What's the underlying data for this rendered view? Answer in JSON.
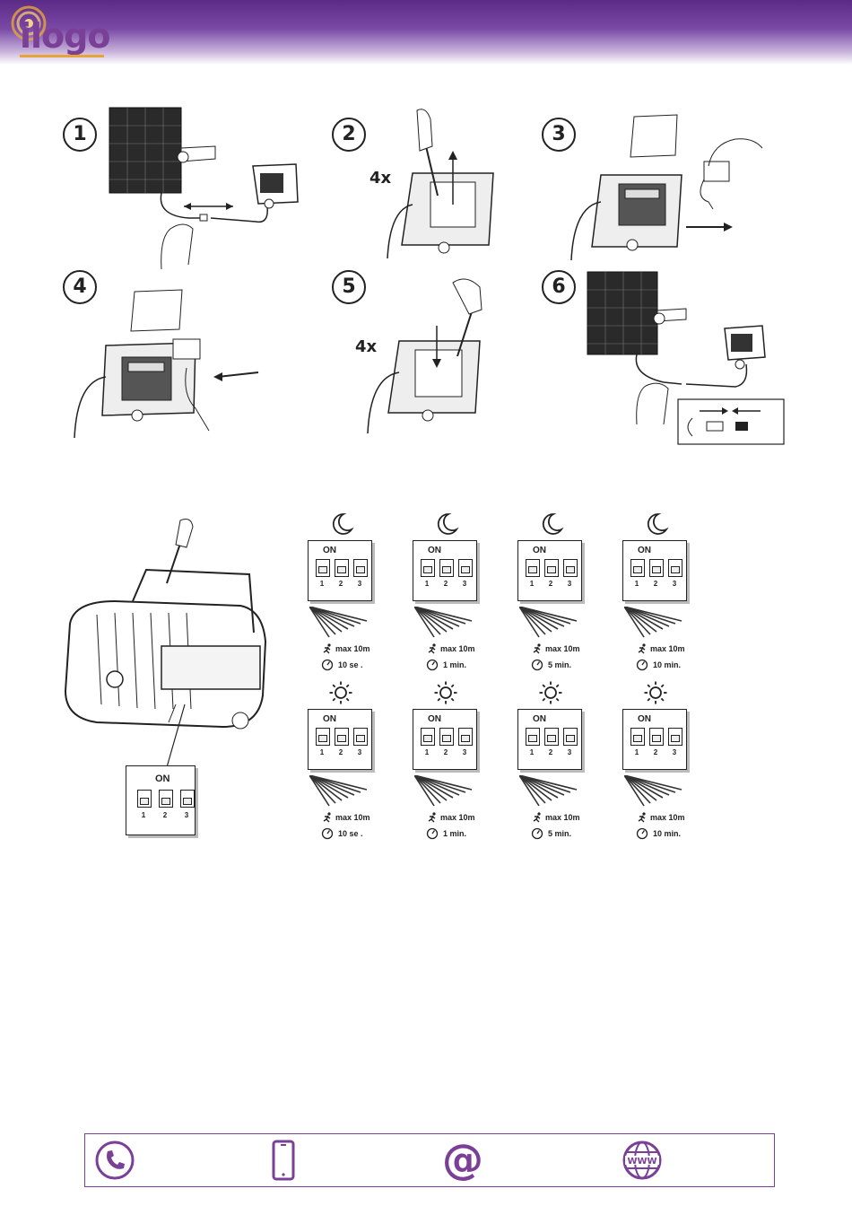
{
  "header": {
    "logo_text": "ilogo"
  },
  "install_steps": [
    "1",
    "2",
    "3",
    "4",
    "5",
    "6"
  ],
  "multipliers": {
    "step2": "4x",
    "step5": "4x"
  },
  "main_dip": {
    "on_label": "ON",
    "switch_numbers": [
      "1",
      "2",
      "3"
    ]
  },
  "night_settings": [
    {
      "on_label": "ON",
      "nums": [
        "1",
        "2",
        "3"
      ],
      "range": "max 10m",
      "time": "10 se  ."
    },
    {
      "on_label": "ON",
      "nums": [
        "1",
        "2",
        "3"
      ],
      "range": "max 10m",
      "time": "1 min."
    },
    {
      "on_label": "ON",
      "nums": [
        "1",
        "2",
        "3"
      ],
      "range": "max 10m",
      "time": "5 min."
    },
    {
      "on_label": "ON",
      "nums": [
        "1",
        "2",
        "3"
      ],
      "range": "max 10m",
      "time": "10 min."
    }
  ],
  "day_settings": [
    {
      "on_label": "ON",
      "nums": [
        "1",
        "2",
        "3"
      ],
      "range": "max 10m",
      "time": "10 se  ."
    },
    {
      "on_label": "ON",
      "nums": [
        "1",
        "2",
        "3"
      ],
      "range": "max 10m",
      "time": "1 min."
    },
    {
      "on_label": "ON",
      "nums": [
        "1",
        "2",
        "3"
      ],
      "range": "max 10m",
      "time": "5 min."
    },
    {
      "on_label": "ON",
      "nums": [
        "1",
        "2",
        "3"
      ],
      "range": "max 10m",
      "time": "10 min."
    }
  ],
  "footer_icons": [
    "phone-icon",
    "mobile-icon",
    "at-icon",
    "www-icon"
  ],
  "colors": {
    "brand": "#7a3f97",
    "accent": "#e6a637"
  }
}
